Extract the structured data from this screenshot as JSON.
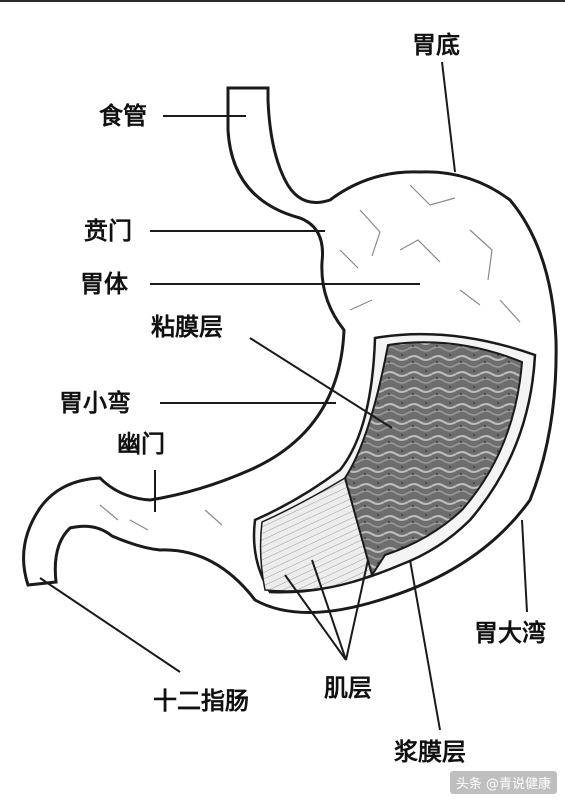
{
  "labels": {
    "fundus": "胃底",
    "esophagus": "食管",
    "cardia": "贲门",
    "body": "胃体",
    "mucosa": "粘膜层",
    "lesser_curvature": "胃小弯",
    "pylorus": "幽门",
    "duodenum": "十二指肠",
    "muscularis": "肌层",
    "serosa": "浆膜层",
    "greater_curvature": "胃大湾"
  },
  "watermark": "头条 @青说健康",
  "colors": {
    "outline": "#1a1a1a",
    "mucosa_fill": "#6f6f6f",
    "muscle_fill": "#e2e2e2",
    "background": "#ffffff"
  }
}
